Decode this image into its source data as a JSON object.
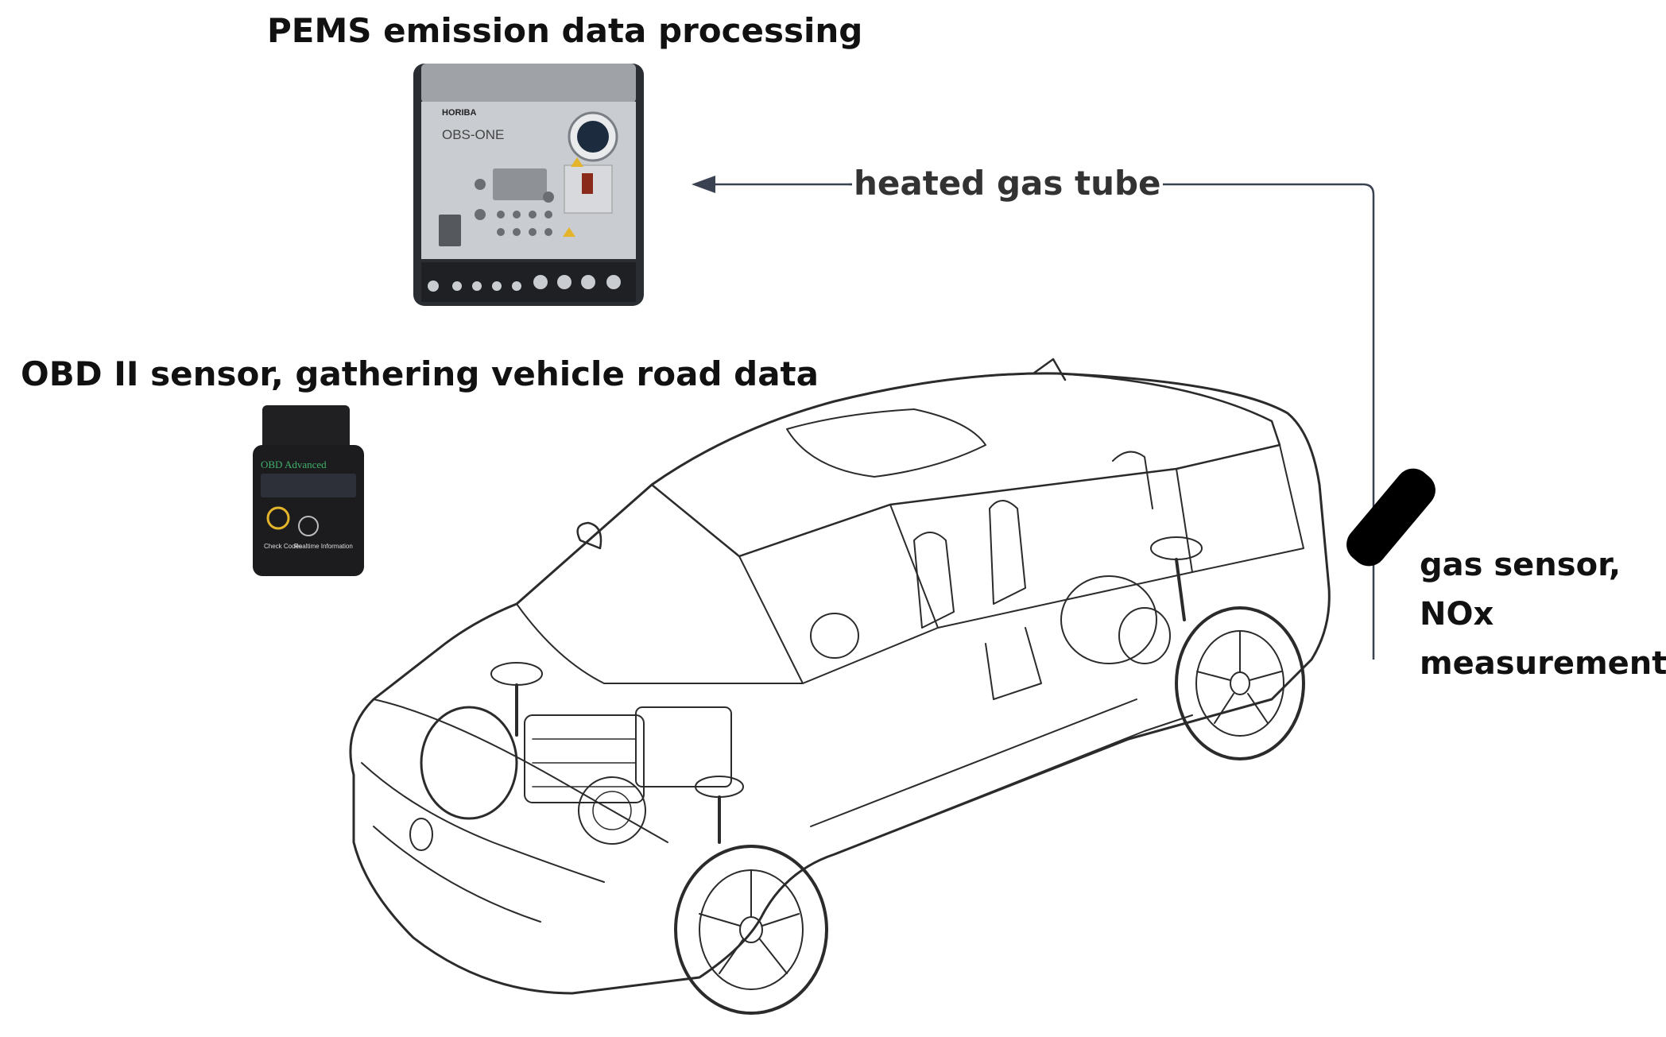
{
  "labels": {
    "pems": "PEMS emission data processing",
    "obd": "OBD II sensor, gathering vehicle road data",
    "tube": "heated gas tube",
    "sensor_line1": "gas sensor,",
    "sensor_line2": "NOx",
    "sensor_line3": "measurement"
  },
  "device": {
    "brand": "HORIBA",
    "model": "OBS-ONE"
  },
  "obd_dongle": {
    "title": "OBD Advanced",
    "left_caption": "Check Codes",
    "right_caption": "Realtime Information"
  },
  "colors": {
    "arrow": "#3a4150",
    "device_body": "#c9ccd0",
    "device_frame": "#2a2d31",
    "dongle": "#1c1c1e",
    "sensor": "#000000",
    "car_line": "#2b2b2b"
  }
}
